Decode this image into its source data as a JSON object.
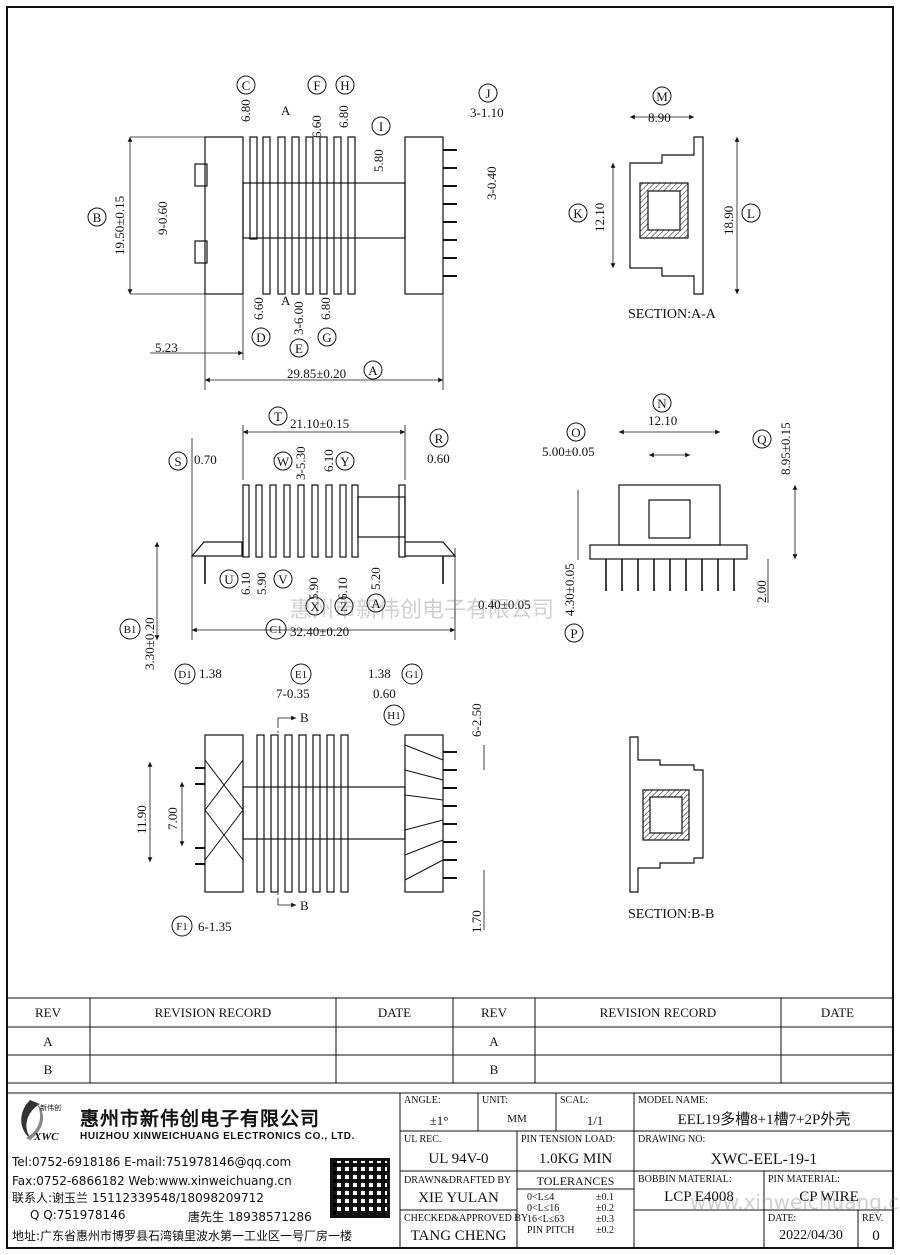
{
  "drawing": {
    "top_view": {
      "dims": {
        "c_val": "6.80",
        "a_top": "A",
        "f_val": "6.60",
        "h_val": "6.80",
        "j_val": "3-1.10",
        "i_val": "5.80",
        "j2_val": "3-0.40",
        "b_val": "19.50±0.15",
        "b2_val": "9-0.60",
        "d_val": "6.60",
        "a_bot": "A",
        "e_val": "3-6.00",
        "g_val": "6.80",
        "ofs_val": "5.23",
        "len_val": "29.85±0.20"
      }
    },
    "section_aa": {
      "title": "SECTION:A-A",
      "dims": {
        "m_val": "8.90",
        "k_val": "12.10",
        "l_val": "18.90"
      }
    },
    "front_view": {
      "dims": {
        "t_val": "21.10±0.15",
        "s_val": "0.70",
        "r_val": "0.60",
        "w_val": "3-5.30",
        "y_val": "6.10",
        "u_val": "6.10",
        "v_val": "5.90",
        "x_val": "5.90",
        "z_val": "6.10",
        "aa_val": "5.20",
        "pin_val": "0.40±0.05",
        "b1_val": "3.30±0.20",
        "c1_val": "32.40±0.20"
      }
    },
    "side_view": {
      "dims": {
        "n_val": "12.10",
        "o_val": "5.00±0.05",
        "q_val": "8.95±0.15",
        "p_val": "4.30±0.05",
        "two_val": "2.00"
      }
    },
    "bottom_view": {
      "dims": {
        "d1_val": "1.38",
        "e1_val": "7-0.35",
        "g1_val": "1.38",
        "h1_val": "0.60",
        "b_top": "B",
        "b_bot": "B",
        "pitch_val": "6-2.50",
        "h119_val": "11.90",
        "h7_val": "7.00",
        "f1_val": "6-1.35",
        "h17_val": "1.70"
      }
    },
    "section_bb": {
      "title": "SECTION:B-B"
    },
    "letters": {
      "C": "C",
      "F": "F",
      "H": "H",
      "J": "J",
      "I": "I",
      "B": "B",
      "D": "D",
      "E": "E",
      "G": "G",
      "A": "A",
      "M": "M",
      "K": "K",
      "L": "L",
      "T": "T",
      "R": "R",
      "S": "S",
      "W": "W",
      "Y": "Y",
      "U": "U",
      "V": "V",
      "X": "X",
      "Z": "Z",
      "AA": "A",
      "B1": "B1",
      "C1": "C1",
      "N": "N",
      "O": "O",
      "Q": "Q",
      "P": "P",
      "D1": "D1",
      "E1": "E1",
      "G1": "G1",
      "H1": "H1",
      "F1": "F1"
    }
  },
  "watermarks": {
    "middle": "惠州市新伟创电子有限公司",
    "bottom": "www.xinweichuang.cn"
  },
  "revision_table": {
    "headers": [
      "REV",
      "REVISION RECORD",
      "DATE",
      "REV",
      "REVISION RECORD",
      "DATE"
    ],
    "rows": [
      [
        "A",
        "",
        "",
        "A",
        "",
        ""
      ],
      [
        "B",
        "",
        "",
        "B",
        "",
        ""
      ]
    ]
  },
  "company": {
    "logo_text": "新伟创",
    "logo_abbr": "XWC",
    "name_cn": "惠州市新伟创电子有限公司",
    "name_en": "HUIZHOU XINWEICHUANG ELECTRONICS CO., LTD.",
    "tel": "Tel:0752-6918186 E-mail:751978146@qq.com",
    "fax": "Fax:0752-6866182 Web:www.xinweichuang.cn",
    "contact1": "联系人:谢玉兰 15112339548/18098209712",
    "contact2_qq": "Q Q:751978146",
    "contact2_name": "唐先生 18938571286",
    "address": "地址:广东省惠州市博罗县石湾镇里波水第一工业区一号厂房一楼"
  },
  "title_block": {
    "angle_label": "ANGLE:",
    "angle_value": "±1°",
    "unit_label": "UNIT:",
    "unit_value": "MM",
    "scale_label": "SCAL:",
    "scale_value": "1/1",
    "model_label": "MODEL NAME:",
    "model_value": "EEL19多槽8+1槽7+2P外壳",
    "ul_label": "UL REC.",
    "ul_value": "UL 94V-0",
    "pin_tension_label": "PIN TENSION LOAD:",
    "pin_tension_value": "1.0KG MIN",
    "drawing_no_label": "DRAWING NO:",
    "drawing_no_value": "XWC-EEL-19-1",
    "drawn_label": "DRAWN&DRAFTED BY",
    "drawn_value": "XIE YULAN",
    "tolerances_label": "TOLERANCES",
    "tol_rows": [
      {
        "range": "0<L≤4",
        "tol": "±0.1"
      },
      {
        "range": "0<L≤16",
        "tol": "±0.2"
      },
      {
        "range": "16<L≤63",
        "tol": "±0.3"
      },
      {
        "range": "PIN PITCH",
        "tol": "±0.2"
      }
    ],
    "bobbin_label": "BOBBIN MATERIAL:",
    "bobbin_value": "LCP E4008",
    "pin_material_label": "PIN MATERIAL:",
    "pin_material_value": "CP WIRE",
    "checked_label": "CHECKED&APPROVED BY",
    "checked_value": "TANG CHENG",
    "date_label": "DATE:",
    "date_value": "2022/04/30",
    "rev_label": "REV.",
    "rev_value": "0"
  }
}
